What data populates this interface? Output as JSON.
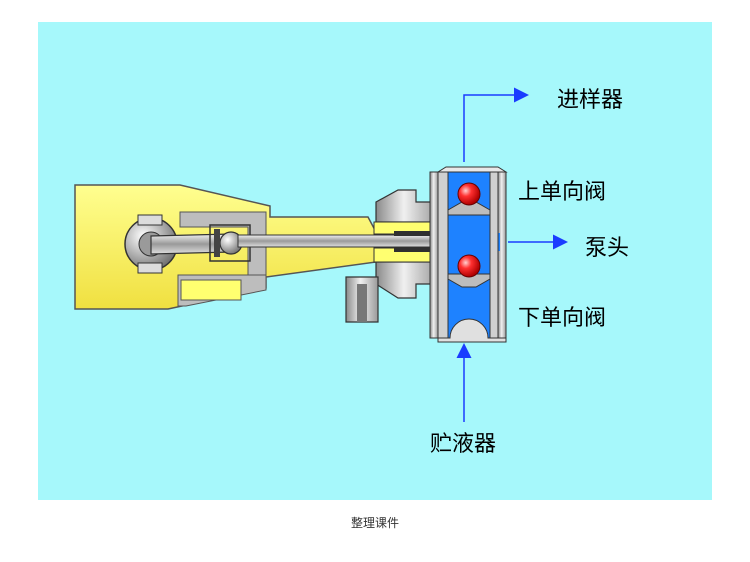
{
  "labels": {
    "sampler": "进样器",
    "upper_valve": "上单向阀",
    "pump_head": "泵头",
    "lower_valve": "下单向阀",
    "reservoir": "贮液器"
  },
  "footer": "整理课件",
  "colors": {
    "background": "#a6f8fb",
    "housing": "#ffff66",
    "metal": "#c8c8c8",
    "liquid": "#1e82ff",
    "ball": "#ff2020",
    "arrow": "#1a3cff"
  }
}
